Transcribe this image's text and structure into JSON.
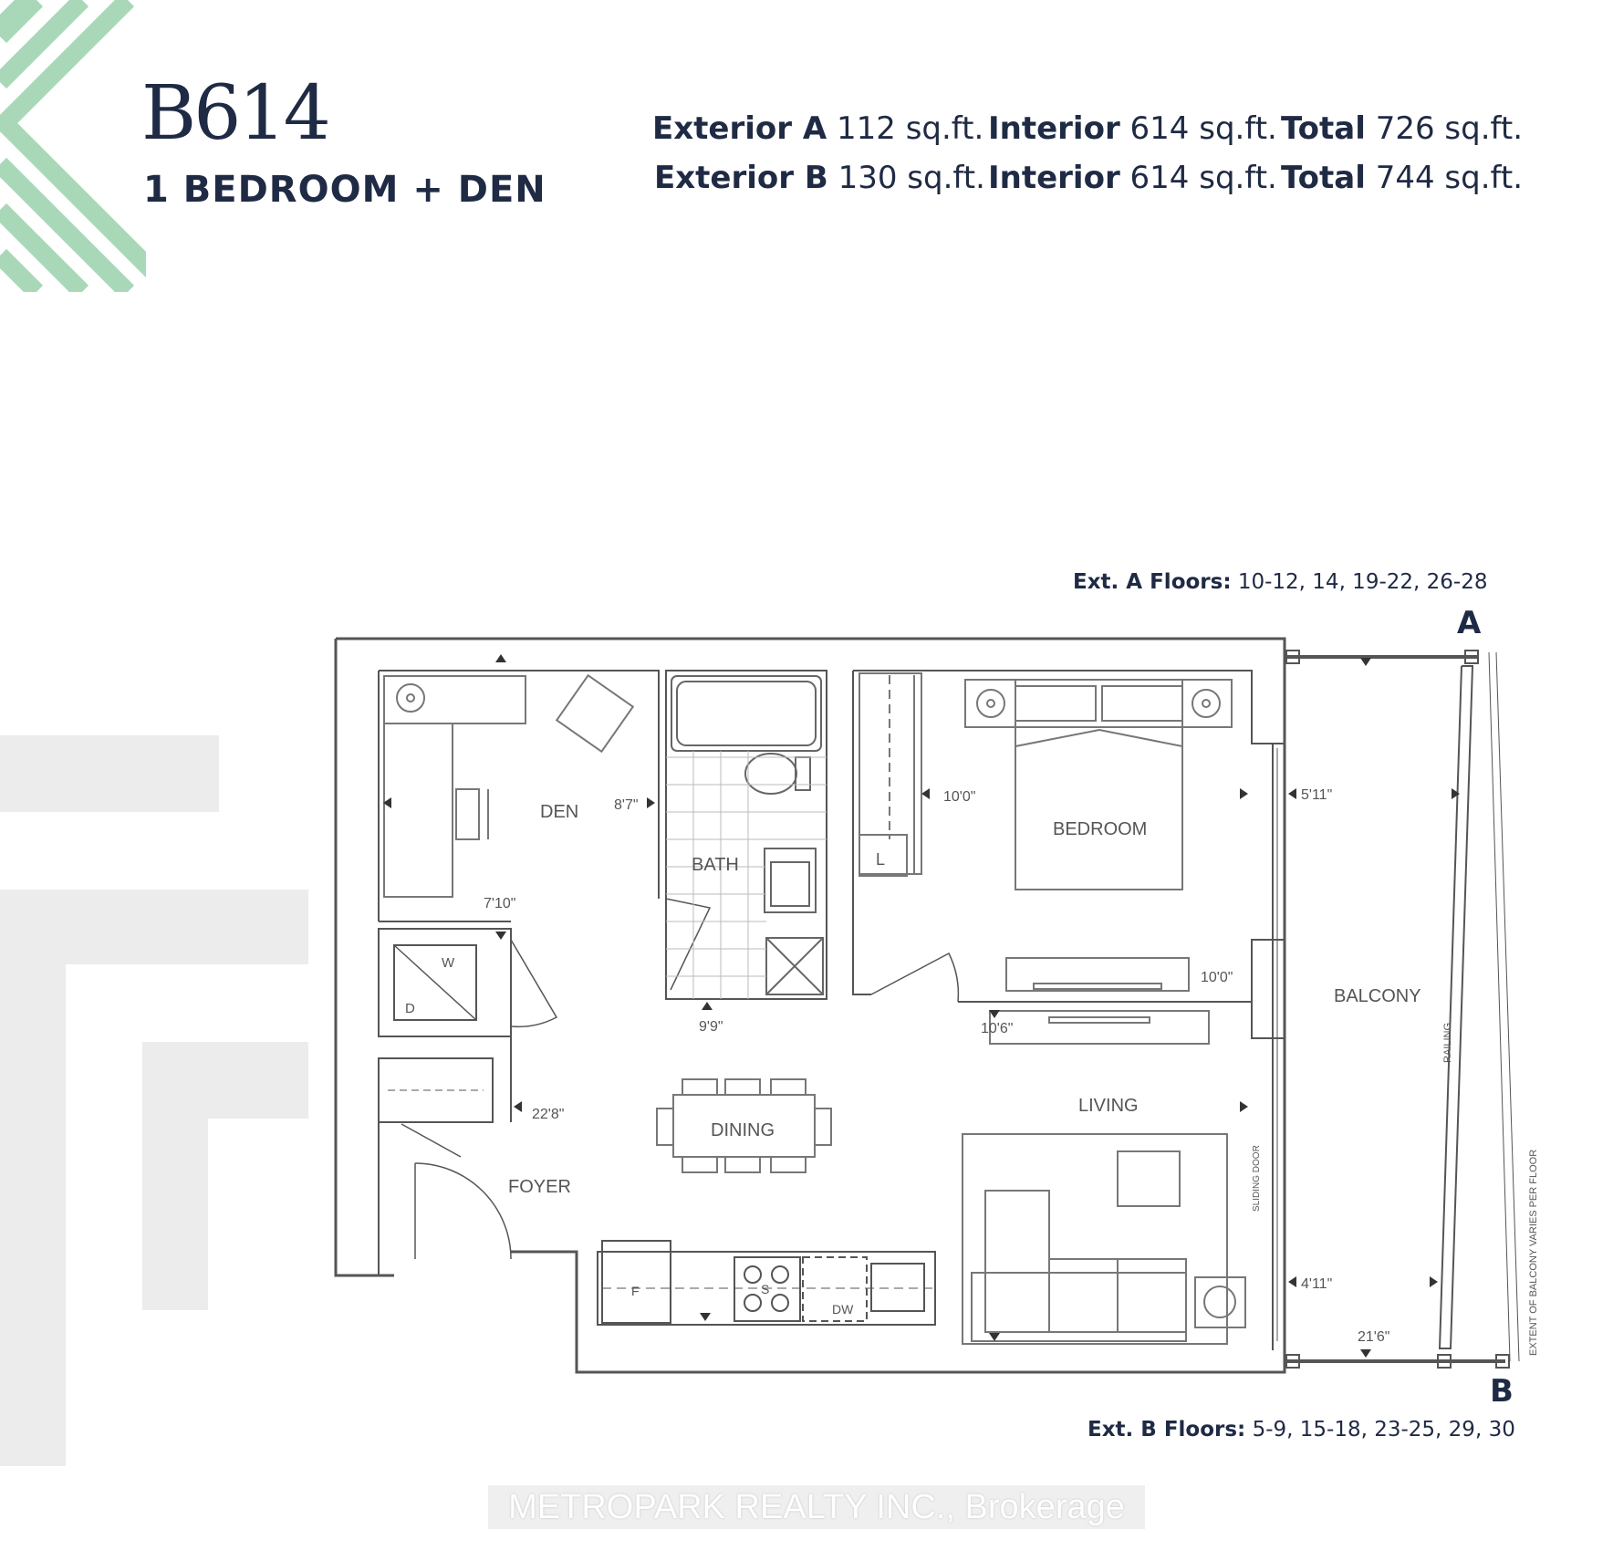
{
  "header": {
    "unit_code": "B614",
    "unit_type": "1 BEDROOM + DEN",
    "rows": [
      {
        "exterior_label": "Exterior A",
        "exterior_value": "112 sq.ft.",
        "interior_label": "Interior",
        "interior_value": "614 sq.ft.",
        "total_label": "Total",
        "total_value": "726 sq.ft."
      },
      {
        "exterior_label": "Exterior B",
        "exterior_value": "130 sq.ft.",
        "interior_label": "Interior",
        "interior_value": "614 sq.ft.",
        "total_label": "Total",
        "total_value": "744 sq.ft."
      }
    ]
  },
  "floors": {
    "a_label": "Ext. A Floors:",
    "a_value": "10-12, 14, 19-22, 26-28",
    "b_label": "Ext. B Floors:",
    "b_value": "5-9, 15-18, 23-25, 29, 30",
    "a_letter": "A",
    "b_letter": "B"
  },
  "rooms": {
    "den": "DEN",
    "bath": "BATH",
    "bedroom": "BEDROOM",
    "balcony": "BALCONY",
    "dining": "DINING",
    "living": "LIVING",
    "foyer": "FOYER"
  },
  "fixtures": {
    "washer": "W",
    "dryer": "D",
    "linen": "L",
    "fridge": "F",
    "stove": "S",
    "dishwasher": "DW"
  },
  "dimensions": {
    "den_width": "8'7\"",
    "den_depth": "7'10\"",
    "bath_width": "9'9\"",
    "foyer_len": "22'8\"",
    "bed_width": "10'0\"",
    "bed_depth": "10'0\"",
    "living_depth": "10'6\"",
    "balcony_width": "5'11\"",
    "balcony_small": "4'11\"",
    "balcony_len": "21'6\""
  },
  "notes": {
    "railing": "RAILING",
    "sliding_door": "SLIDING DOOR",
    "extent": "EXTENT OF BALCONY VARIES PER FLOOR"
  },
  "watermark": "METROPARK REALTY INC., Brokerage",
  "colors": {
    "navy": "#1f2a44",
    "mint": "#a9d8b8",
    "decor_gray": "#ececec",
    "line": "#555555"
  }
}
